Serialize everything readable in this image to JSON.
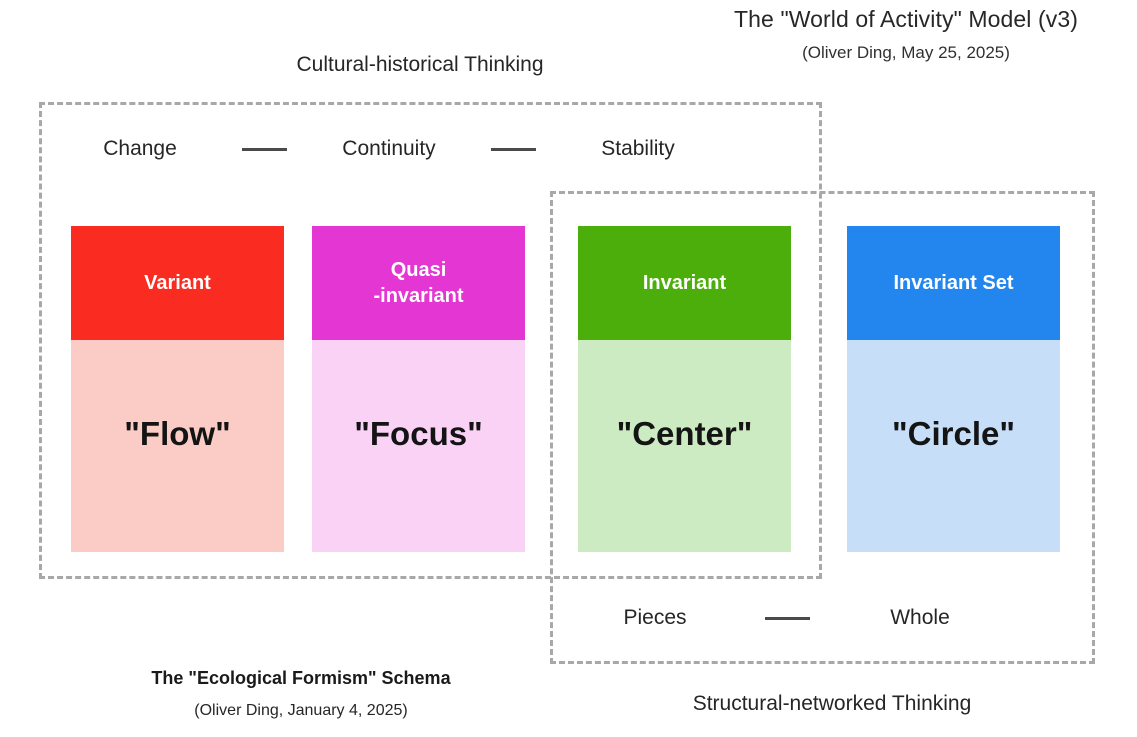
{
  "header": {
    "model_title": "The \"World of Activity\" Model (v3)",
    "model_subtitle": "(Oliver Ding, May 25, 2025)"
  },
  "captions": {
    "top": "Cultural-historical Thinking",
    "bottom": "Structural-networked Thinking",
    "schema_title": "The \"Ecological Formism\" Schema",
    "schema_subtitle": "(Oliver Ding, January 4, 2025)"
  },
  "axes": {
    "top": {
      "labels": [
        "Change",
        "Continuity",
        "Stability"
      ]
    },
    "bottom": {
      "labels": [
        "Pieces",
        "Whole"
      ]
    }
  },
  "boxes": {
    "cultural": {
      "label": "Cultural-historical Thinking",
      "border_color": "#a8a8a8"
    },
    "structural": {
      "label": "Structural-networked Thinking",
      "border_color": "#a8a8a8"
    }
  },
  "cards": [
    {
      "top_label": "Variant",
      "bottom_label": "\"Flow\"",
      "top_color": "#FA2B20",
      "bottom_color": "#FBCCC6"
    },
    {
      "top_label": "Quasi\n-invariant",
      "bottom_label": "\"Focus\"",
      "top_color": "#E436D2",
      "bottom_color": "#FAD2F5"
    },
    {
      "top_label": "Invariant",
      "bottom_label": "\"Center\"",
      "top_color": "#4CAE0B",
      "bottom_color": "#CDEBC2"
    },
    {
      "top_label": "Invariant Set",
      "bottom_label": "\"Circle\"",
      "top_color": "#2286EE",
      "bottom_color": "#C7DEF9"
    }
  ],
  "colors": {
    "background": "#FFFFFF",
    "dashed_border": "#a8a8a8",
    "axis_dash": "#4a4a4a",
    "text": "#1a1a1a"
  }
}
